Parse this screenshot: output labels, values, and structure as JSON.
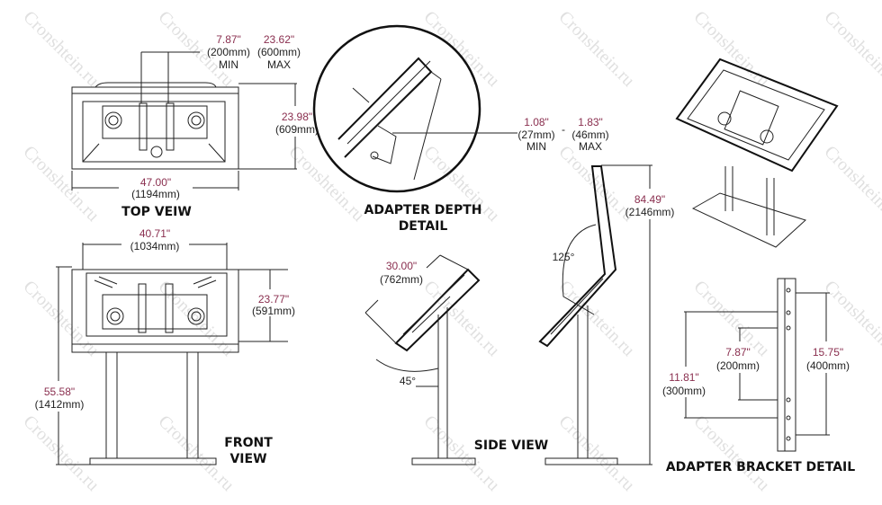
{
  "watermark": "Cronshtein.ru",
  "colors": {
    "dimension": "#8a2f4f",
    "line": "#222222"
  },
  "top_view": {
    "title": "TOP VEIW",
    "min_width": {
      "in": "7.87\"",
      "mm": "(200mm)",
      "tag": "MIN"
    },
    "max_width": {
      "in": "23.62\"",
      "mm": "(600mm)",
      "tag": "MAX"
    },
    "depth": {
      "in": "23.98\"",
      "mm": "(609mm)"
    },
    "width": {
      "in": "47.00\"",
      "mm": "(1194mm)"
    }
  },
  "front_view": {
    "title_line1": "FRONT",
    "title_line2": "VIEW",
    "width": {
      "in": "40.71\"",
      "mm": "(1034mm)"
    },
    "screen_height": {
      "in": "23.77\"",
      "mm": "(591mm)"
    },
    "height": {
      "in": "55.58\"",
      "mm": "(1412mm)"
    }
  },
  "adapter_depth": {
    "title_line1": "ADAPTER DEPTH",
    "title_line2": "DETAIL",
    "min": {
      "in": "1.08\"",
      "mm": "(27mm)",
      "tag": "MIN"
    },
    "separator": "-",
    "max": {
      "in": "1.83\"",
      "mm": "(46mm)",
      "tag": "MAX"
    }
  },
  "side_view": {
    "title": "SIDE VIEW",
    "length": {
      "in": "30.00\"",
      "mm": "(762mm)"
    },
    "tilt_angle": "45°",
    "open_angle": "125°",
    "height": {
      "in": "84.49\"",
      "mm": "(2146mm)"
    }
  },
  "bracket_detail": {
    "title": "ADAPTER BRACKET DETAIL",
    "span_400": {
      "in": "15.75\"",
      "mm": "(400mm)"
    },
    "span_200": {
      "in": "7.87\"",
      "mm": "(200mm)"
    },
    "span_300": {
      "in": "11.81\"",
      "mm": "(300mm)"
    }
  }
}
